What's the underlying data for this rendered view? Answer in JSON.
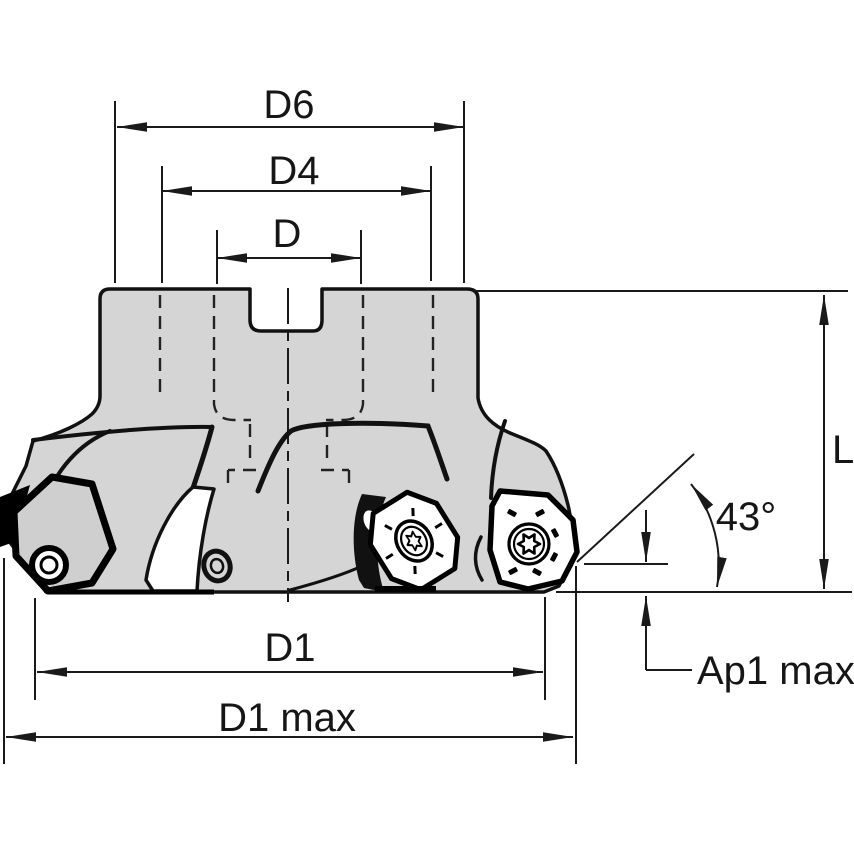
{
  "diagram": {
    "type": "technical-drawing",
    "subject": "Indexable face milling cutter, side elevation with dimension callouts",
    "labels": {
      "d6": "D6",
      "d4": "D4",
      "d": "D",
      "d1": "D1",
      "d1_max": "D1 max",
      "length": "L",
      "lead_angle": "43°",
      "ap1_max": "Ap1 max"
    },
    "colors": {
      "background": "#ffffff",
      "body_fill": "#d5d5d5",
      "outline": "#111111",
      "dimension_line": "#1a1a1a",
      "insert_fill": "#ffffff"
    }
  }
}
